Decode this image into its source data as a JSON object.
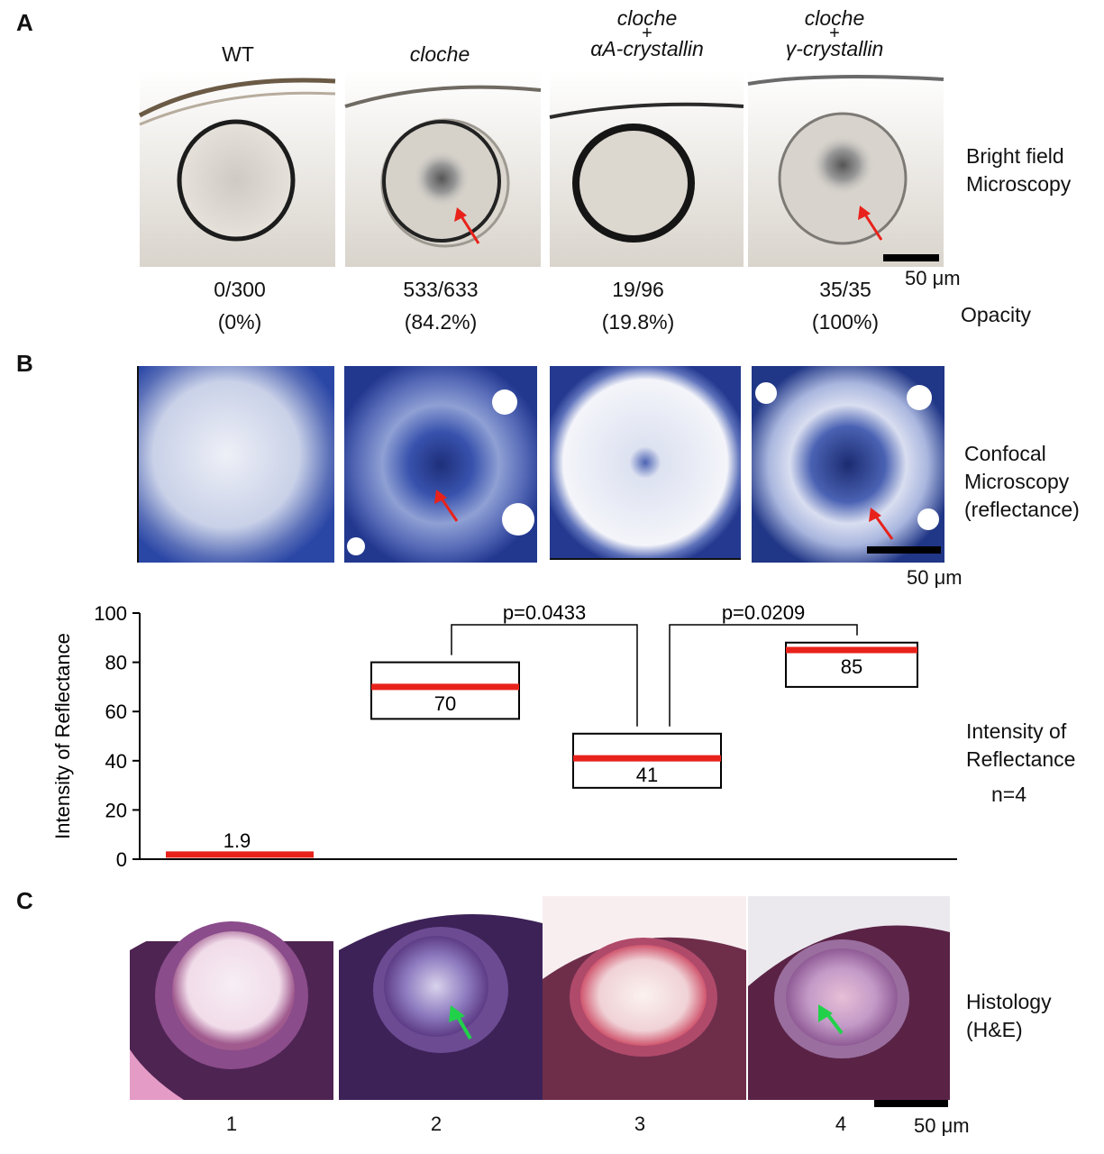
{
  "panels": {
    "a": {
      "letter": "A",
      "columns": [
        {
          "title_top": "",
          "plus": "",
          "title_bottom": "WT",
          "italic": false,
          "count": "0/300",
          "percent": "(0%)",
          "arrow": false
        },
        {
          "title_top": "",
          "plus": "",
          "title_bottom": "cloche",
          "italic": true,
          "count": "533/633",
          "percent": "(84.2%)",
          "arrow": true
        },
        {
          "title_top": "cloche",
          "plus": "+",
          "title_bottom": "αA-crystallin",
          "italic": true,
          "count": "19/96",
          "percent": "(19.8%)",
          "arrow": false
        },
        {
          "title_top": "cloche",
          "plus": "+",
          "title_bottom": "γ-crystallin",
          "italic": true,
          "count": "35/35",
          "percent": "(100%)",
          "arrow": true
        }
      ],
      "side_label_line1": "Bright field",
      "side_label_line2": "Microscopy",
      "opacity_label": "Opacity",
      "scale_label": "50 μm",
      "arrow_color": "#e8221b"
    },
    "b": {
      "letter": "B",
      "side_label_line1": "Confocal",
      "side_label_line2": "Microscopy",
      "side_label_line3": "(reflectance)",
      "scale_label": "50 μm",
      "chart_side_label_line1": "Intensity of",
      "chart_side_label_line2": "Reflectance",
      "n_label": "n=4",
      "stain_color": "#2b47a6"
    },
    "c": {
      "letter": "C",
      "side_label_line1": "Histology",
      "side_label_line2": "(H&E)",
      "scale_label": "50 μm",
      "lanes": [
        "1",
        "2",
        "3",
        "4"
      ],
      "arrow_color": "#22d14a"
    }
  },
  "chart_data": {
    "type": "bar",
    "ylabel": "Intensity of Reflectance",
    "ylim": [
      0,
      100
    ],
    "yticks": [
      0,
      20,
      40,
      60,
      80,
      100
    ],
    "categories": [
      "WT",
      "cloche",
      "cloche + αA-crystallin",
      "cloche + γ-crystallin"
    ],
    "values": [
      1.9,
      70,
      41,
      85
    ],
    "value_labels": [
      "1.9",
      "70",
      "41",
      "85"
    ],
    "ranges": [
      [
        1.9,
        1.9
      ],
      [
        57,
        80
      ],
      [
        29,
        51
      ],
      [
        70,
        88
      ]
    ],
    "comparisons": [
      {
        "from": 1,
        "to": 2,
        "label": "p=0.0433"
      },
      {
        "from": 2,
        "to": 3,
        "label": "p=0.0209"
      }
    ],
    "mean_color": "#e8221b"
  }
}
